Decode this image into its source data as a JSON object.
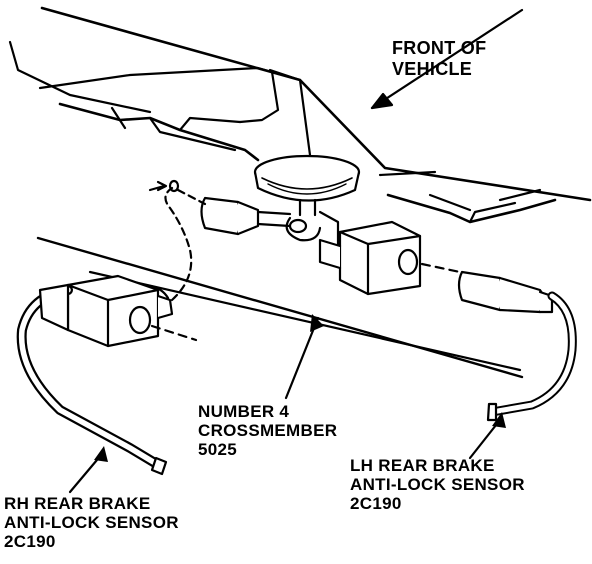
{
  "labels": {
    "front": {
      "line1": "FRONT OF",
      "line2": "VEHICLE"
    },
    "crossmember": {
      "line1": "NUMBER 4",
      "line2": "CROSSMEMBER",
      "line3": "5025"
    },
    "rh_sensor": {
      "line1": "RH REAR BRAKE",
      "line2": "ANTI-LOCK SENSOR",
      "line3": "2C190"
    },
    "lh_sensor": {
      "line1": "LH REAR BRAKE",
      "line2": "ANTI-LOCK SENSOR",
      "line3": "2C190"
    }
  },
  "colors": {
    "ink": "#000000",
    "paper": "#ffffff"
  }
}
